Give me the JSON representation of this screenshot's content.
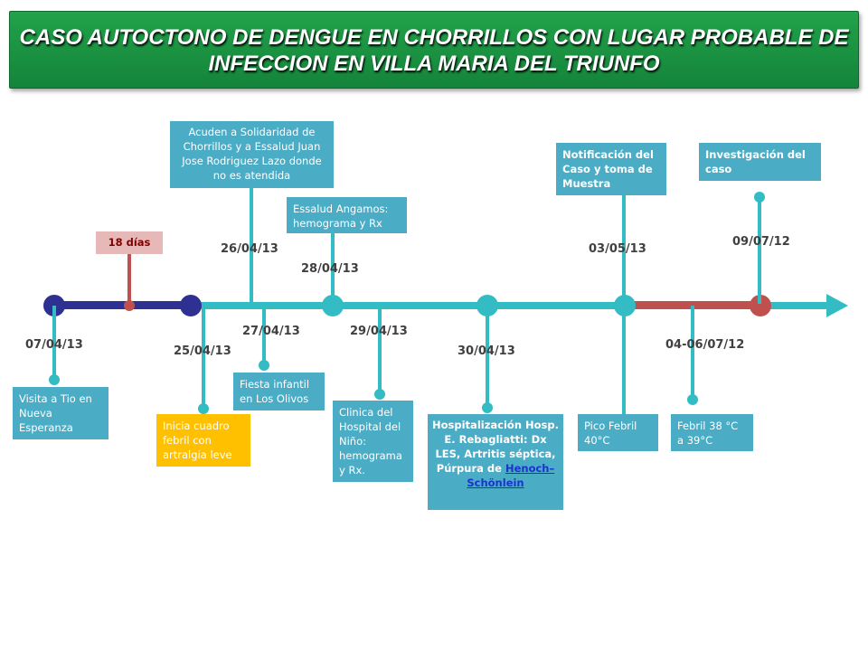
{
  "title": "CASO AUTOCTONO DE DENGUE EN CHORRILLOS CON LUGAR PROBABLE DE INFECCION EN VILLA MARIA DEL TRIUNFO",
  "colors": {
    "banner_green": "#1a9a45",
    "timeline_teal": "#33bcc4",
    "segment_navy": "#2e3191",
    "segment_red": "#c0504d",
    "box_blue": "#4bacc6",
    "box_yellow": "#ffc000",
    "box_pink": "#e6b9b8"
  },
  "interval_label": "18 días",
  "events": [
    {
      "date": "07/04/13",
      "text": "Visita a Tio en Nueva Esperanza"
    },
    {
      "date": "25/04/13",
      "text": "Inicia cuadro febril con artralgia leve"
    },
    {
      "date": "26/04/13",
      "text": "Acuden a Solidaridad de Chorrillos y a Essalud Juan Jose Rodriguez Lazo donde no es atendida"
    },
    {
      "date": "27/04/13",
      "text": "Fiesta infantil en Los Olivos"
    },
    {
      "date": "28/04/13",
      "text": "Essalud Angamos: hemograma y Rx"
    },
    {
      "date": "29/04/13",
      "text": "Clinica del Hospital del Niño: hemograma y Rx."
    },
    {
      "date": "30/04/13",
      "text": "Hospitalización Hosp. E. Rebagliatti: Dx LES, Artritis séptica, Púrpura de",
      "link": "Henoch–Schönlein"
    },
    {
      "date": "03/05/13",
      "text": "Notificación del Caso y toma de Muestra"
    },
    {
      "date": "",
      "text": "Pico Febril 40°C"
    },
    {
      "date": "04-06/07/12",
      "text": "Febril 38 °C a 39°C"
    },
    {
      "date": "09/07/12",
      "text": "Investigación del caso"
    }
  ]
}
